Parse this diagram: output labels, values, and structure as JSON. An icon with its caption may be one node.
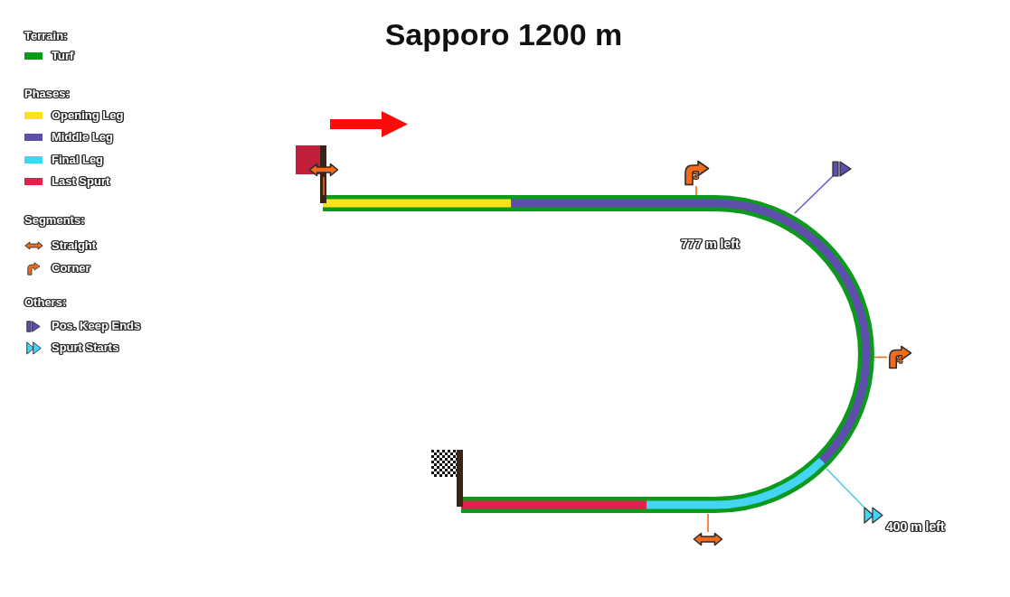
{
  "diagram": {
    "title": "Sapporo 1200 m",
    "nodes": [
      {
        "text": [],
        "shape": "picture"
      },
      {
        "text": [
          "3"
        ]
      },
      {
        "text": [],
        "shape": "picture"
      },
      {
        "text": [
          "4"
        ]
      },
      {
        "text": [],
        "shape": "picture",
        "beside": [
          "400 m left"
        ]
      },
      {
        "text": [],
        "shape": "picture"
      }
    ],
    "edges": [
      {
        "from": 0,
        "to": null,
        "arrow": "none"
      },
      {
        "from": 1,
        "to": null,
        "arrow": "none"
      },
      {
        "from": 2,
        "to": null,
        "arrow": "none",
        "color": "#6a5acd"
      },
      {
        "from": 3,
        "to": null,
        "arrow": "none"
      },
      {
        "from": 4,
        "to": null,
        "arrow": "none",
        "color": "#4fc8ee"
      },
      {
        "from": 5,
        "to": null,
        "arrow": "none"
      }
    ],
    "labels": [
      "Terrain:",
      "Phases:",
      "Segments:",
      "Others:",
      "777 m left"
    ],
    "legend": [
      {
        "text": "Turf",
        "color": "#0b9a1c"
      },
      {
        "text": "Opening Leg",
        "color": "#fde11a"
      },
      {
        "text": "Middle Leg",
        "color": "#5e4fad"
      },
      {
        "text": "Final Leg",
        "color": "#44d4f4"
      },
      {
        "text": "Last Spurt",
        "color": "#e41e4d"
      },
      {
        "text": "Straight"
      },
      {
        "text": "Corner"
      },
      {
        "text": "Pos. Keep Ends"
      },
      {
        "text": "Spurt Starts"
      }
    ]
  }
}
